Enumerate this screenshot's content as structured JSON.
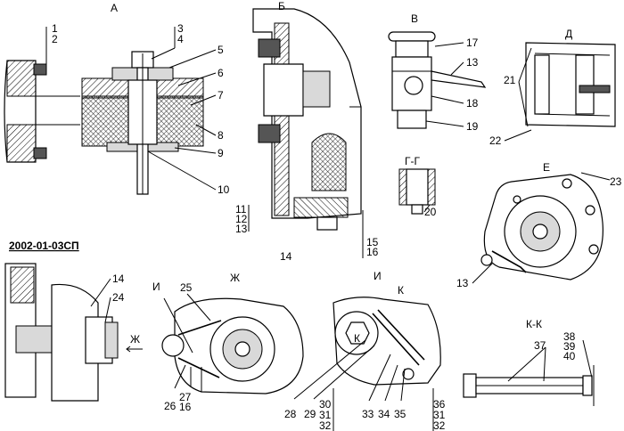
{
  "drawing_code": "2002-01-03СП",
  "section_labels": [
    "А",
    "Б",
    "В",
    "Д",
    "Г-Г",
    "Е",
    "Ж",
    "И",
    "И",
    "К",
    "К",
    "К-К",
    "Ж"
  ],
  "callouts": [
    "1",
    "2",
    "3",
    "4",
    "5",
    "6",
    "7",
    "8",
    "9",
    "10",
    "11",
    "12",
    "13",
    "14",
    "15",
    "16",
    "17",
    "13",
    "18",
    "19",
    "20",
    "21",
    "22",
    "23",
    "13",
    "14",
    "24",
    "25",
    "26",
    "27",
    "16",
    "28",
    "29",
    "30",
    "31",
    "32",
    "33",
    "34",
    "35",
    "36",
    "31",
    "32",
    "37",
    "38",
    "39",
    "40"
  ],
  "colors": {
    "line": "#000000",
    "hatch": "#000000",
    "background": "#ffffff"
  }
}
